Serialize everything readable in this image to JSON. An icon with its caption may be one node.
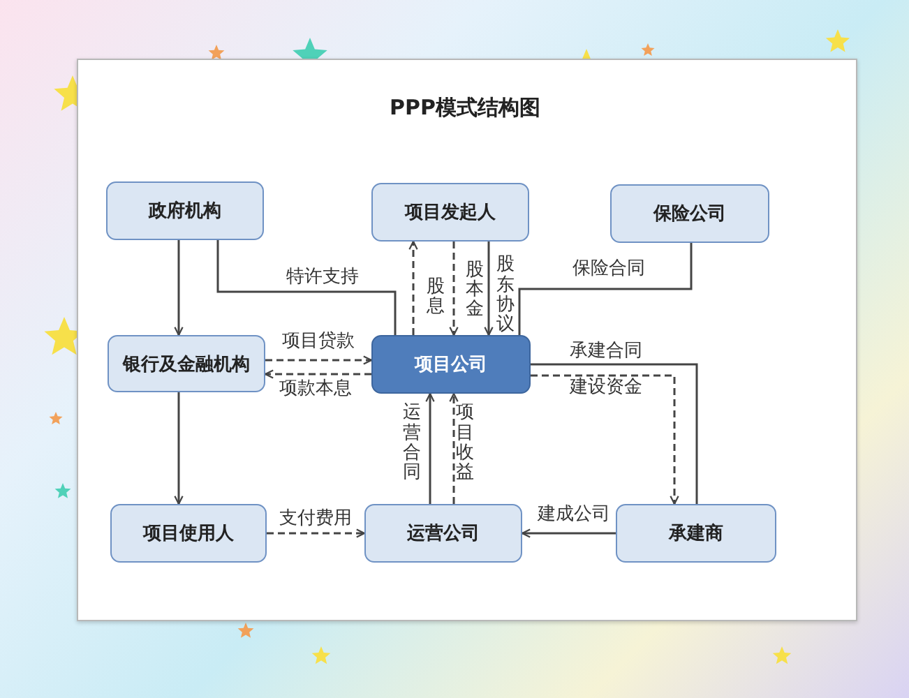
{
  "diagram": {
    "title": "PPP模式结构图",
    "nodes": [
      {
        "text": [
          "政府机构"
        ]
      },
      {
        "text": [
          "项目发起人"
        ]
      },
      {
        "text": [
          "保险公司"
        ]
      },
      {
        "text": [
          "银行及金融机构"
        ]
      },
      {
        "text": [
          "项目公司"
        ]
      },
      {
        "text": [
          "项目使用人"
        ]
      },
      {
        "text": [
          "运营公司"
        ]
      },
      {
        "text": [
          "承建商"
        ]
      }
    ],
    "edges": [
      {
        "from": 0,
        "to": 3,
        "arrow": "to"
      },
      {
        "from": 0,
        "to": 4,
        "arrow": "none",
        "label": "特许支持"
      },
      {
        "from": 4,
        "to": 1,
        "arrow": "to",
        "label": "股息",
        "style": "dashed"
      },
      {
        "from": 1,
        "to": 4,
        "arrow": "to",
        "label": "股本金",
        "style": "dashed"
      },
      {
        "from": 1,
        "to": 4,
        "arrow": "to",
        "label": "股东协议"
      },
      {
        "from": 2,
        "to": 4,
        "arrow": "none",
        "label": "保险合同"
      },
      {
        "from": 3,
        "to": 4,
        "arrow": "to",
        "label": "项目贷款",
        "style": "dashed"
      },
      {
        "from": 4,
        "to": 3,
        "arrow": "to",
        "label": "项款本息",
        "style": "dashed"
      },
      {
        "from": 4,
        "to": 7,
        "arrow": "none",
        "label": "承建合同"
      },
      {
        "from": 4,
        "to": 7,
        "arrow": "to",
        "label": "建设资金",
        "style": "dashed"
      },
      {
        "from": 3,
        "to": 5,
        "arrow": "to"
      },
      {
        "from": 6,
        "to": 4,
        "arrow": "to",
        "label": "运营合同"
      },
      {
        "from": 6,
        "to": 4,
        "arrow": "to",
        "label": "项目收益",
        "style": "dashed"
      },
      {
        "from": 5,
        "to": 6,
        "arrow": "to",
        "label": "支付费用",
        "style": "dashed"
      },
      {
        "from": 7,
        "to": 6,
        "arrow": "to",
        "label": "建成公司"
      }
    ]
  }
}
